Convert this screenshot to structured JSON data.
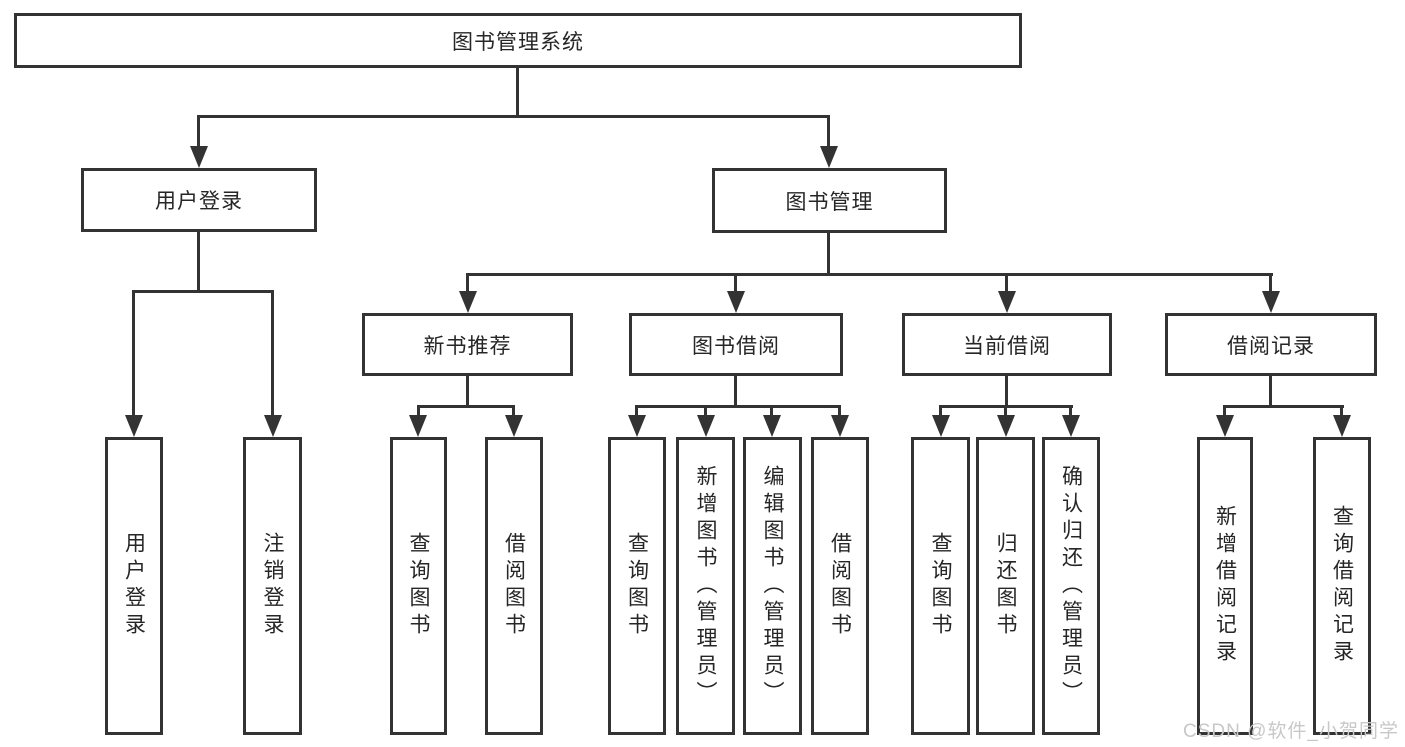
{
  "diagram": {
    "root": {
      "label": "图书管理系统"
    },
    "level1": [
      {
        "label": "用户登录"
      },
      {
        "label": "图书管理"
      }
    ],
    "level2": [
      {
        "label": "新书推荐"
      },
      {
        "label": "图书借阅"
      },
      {
        "label": "当前借阅"
      },
      {
        "label": "借阅记录"
      }
    ],
    "leaves": {
      "user_login": [
        "用户登录",
        "注销登录"
      ],
      "new_book_recommend": [
        "查询图书",
        "借阅图书"
      ],
      "book_borrowing": [
        "查询图书",
        "新增图书（管理员）",
        "编辑图书（管理员）",
        "借阅图书"
      ],
      "current_borrowing": [
        "查询图书",
        "归还图书",
        "确认归还（管理员）"
      ],
      "borrow_records": [
        "新增借阅记录",
        "查询借阅记录"
      ]
    }
  },
  "watermark": {
    "text": "CSDN @软件_小贺同学"
  },
  "colors": {
    "line": "#333333",
    "text": "#262626",
    "watermark_gray": "#c8c8c8",
    "background": "#ffffff"
  }
}
